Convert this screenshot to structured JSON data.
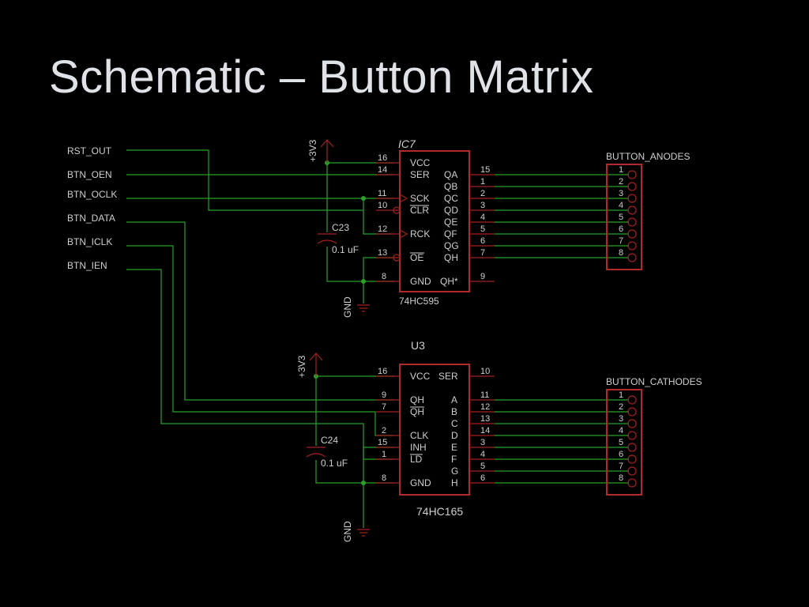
{
  "slide": {
    "title": "Schematic – Button Matrix"
  },
  "nets": [
    "RST_OUT",
    "BTN_OEN",
    "BTN_OCLK",
    "BTN_DATA",
    "BTN_ICLK",
    "BTN_IEN"
  ],
  "power": {
    "supply": "+3V3",
    "ground": "GND"
  },
  "ic7": {
    "designator": "IC7",
    "part": "74HC595",
    "left_pins": [
      {
        "num": "16",
        "name": "VCC"
      },
      {
        "num": "14",
        "name": "SER"
      },
      {
        "num": "11",
        "name": "SCK"
      },
      {
        "num": "10",
        "name": "CLR"
      },
      {
        "num": "12",
        "name": "RCK"
      },
      {
        "num": "13",
        "name": "OE"
      },
      {
        "num": "8",
        "name": "GND"
      }
    ],
    "right_pins": [
      {
        "num": "15",
        "name": "QA"
      },
      {
        "num": "1",
        "name": "QB"
      },
      {
        "num": "2",
        "name": "QC"
      },
      {
        "num": "3",
        "name": "QD"
      },
      {
        "num": "4",
        "name": "QE"
      },
      {
        "num": "5",
        "name": "QF"
      },
      {
        "num": "6",
        "name": "QG"
      },
      {
        "num": "7",
        "name": "QH"
      },
      {
        "num": "9",
        "name": "QH*"
      }
    ]
  },
  "u3": {
    "designator": "U3",
    "part": "74HC165",
    "left_pins": [
      {
        "num": "16",
        "name": "VCC"
      },
      {
        "num": "9",
        "name": "QH"
      },
      {
        "num": "7",
        "name": "QH"
      },
      {
        "num": "2",
        "name": "CLK"
      },
      {
        "num": "15",
        "name": "INH"
      },
      {
        "num": "1",
        "name": "LD"
      },
      {
        "num": "8",
        "name": "GND"
      }
    ],
    "right_pins": [
      {
        "num": "10",
        "name": "SER"
      },
      {
        "num": "11",
        "name": "A"
      },
      {
        "num": "12",
        "name": "B"
      },
      {
        "num": "13",
        "name": "C"
      },
      {
        "num": "14",
        "name": "D"
      },
      {
        "num": "3",
        "name": "E"
      },
      {
        "num": "4",
        "name": "F"
      },
      {
        "num": "5",
        "name": "G"
      },
      {
        "num": "6",
        "name": "H"
      }
    ]
  },
  "capacitors": [
    {
      "ref": "C23",
      "value": "0.1 uF"
    },
    {
      "ref": "C24",
      "value": "0.1 uF"
    }
  ],
  "connectors": [
    {
      "name": "BUTTON_ANODES",
      "pins": [
        "1",
        "2",
        "3",
        "4",
        "5",
        "6",
        "7",
        "8"
      ]
    },
    {
      "name": "BUTTON_CATHODES",
      "pins": [
        "1",
        "2",
        "3",
        "4",
        "5",
        "6",
        "7",
        "8"
      ]
    }
  ]
}
